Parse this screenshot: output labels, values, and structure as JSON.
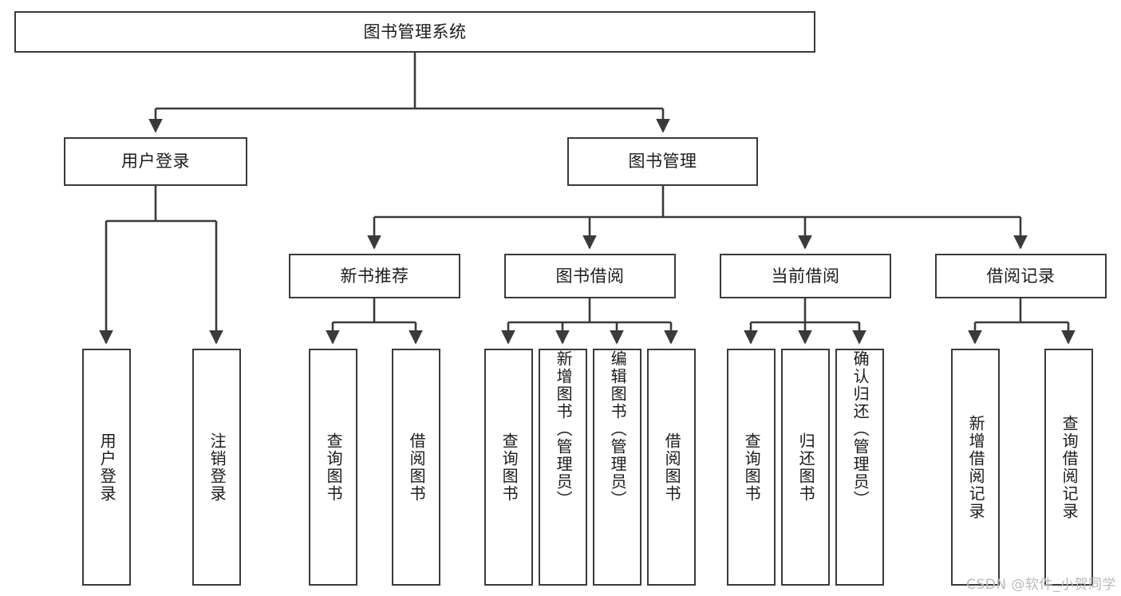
{
  "diagram": {
    "type": "tree-hierarchy-chart",
    "title": "图书管理系统",
    "root": {
      "id": "root",
      "label": "图书管理系统"
    },
    "level2": [
      {
        "id": "user-login",
        "label": "用户登录"
      },
      {
        "id": "book-management",
        "label": "图书管理"
      }
    ],
    "level3": [
      {
        "id": "new-book-recommend",
        "label": "新书推荐"
      },
      {
        "id": "book-borrow",
        "label": "图书借阅"
      },
      {
        "id": "current-borrow",
        "label": "当前借阅"
      },
      {
        "id": "borrow-record",
        "label": "借阅记录"
      }
    ],
    "leaves": {
      "user_login": [
        {
          "id": "leaf-user-login",
          "label": "用户登录"
        },
        {
          "id": "leaf-logout",
          "label": "注销登录"
        }
      ],
      "new_book_recommend": [
        {
          "id": "leaf-query-book-1",
          "label": "查询图书"
        },
        {
          "id": "leaf-borrow-book-1",
          "label": "借阅图书"
        }
      ],
      "book_borrow": [
        {
          "id": "leaf-query-book-2",
          "label": "查询图书"
        },
        {
          "id": "leaf-add-book",
          "label": "新增图书（管理员）"
        },
        {
          "id": "leaf-edit-book",
          "label": "编辑图书（管理员）"
        },
        {
          "id": "leaf-borrow-book-2",
          "label": "借阅图书"
        }
      ],
      "current_borrow": [
        {
          "id": "leaf-query-book-3",
          "label": "查询图书"
        },
        {
          "id": "leaf-return-book",
          "label": "归还图书"
        },
        {
          "id": "leaf-confirm-return",
          "label": "确认归还（管理员）"
        }
      ],
      "borrow_record": [
        {
          "id": "leaf-add-record",
          "label": "新增借阅记录"
        },
        {
          "id": "leaf-query-record",
          "label": "查询借阅记录"
        }
      ]
    }
  },
  "watermark": {
    "text": "CSDN @软件_小贺同学"
  },
  "colors": {
    "stroke": "#3a3a3a",
    "fill": "#ffffff",
    "text": "#1b1b1b",
    "watermark": "#b9b9b9"
  }
}
